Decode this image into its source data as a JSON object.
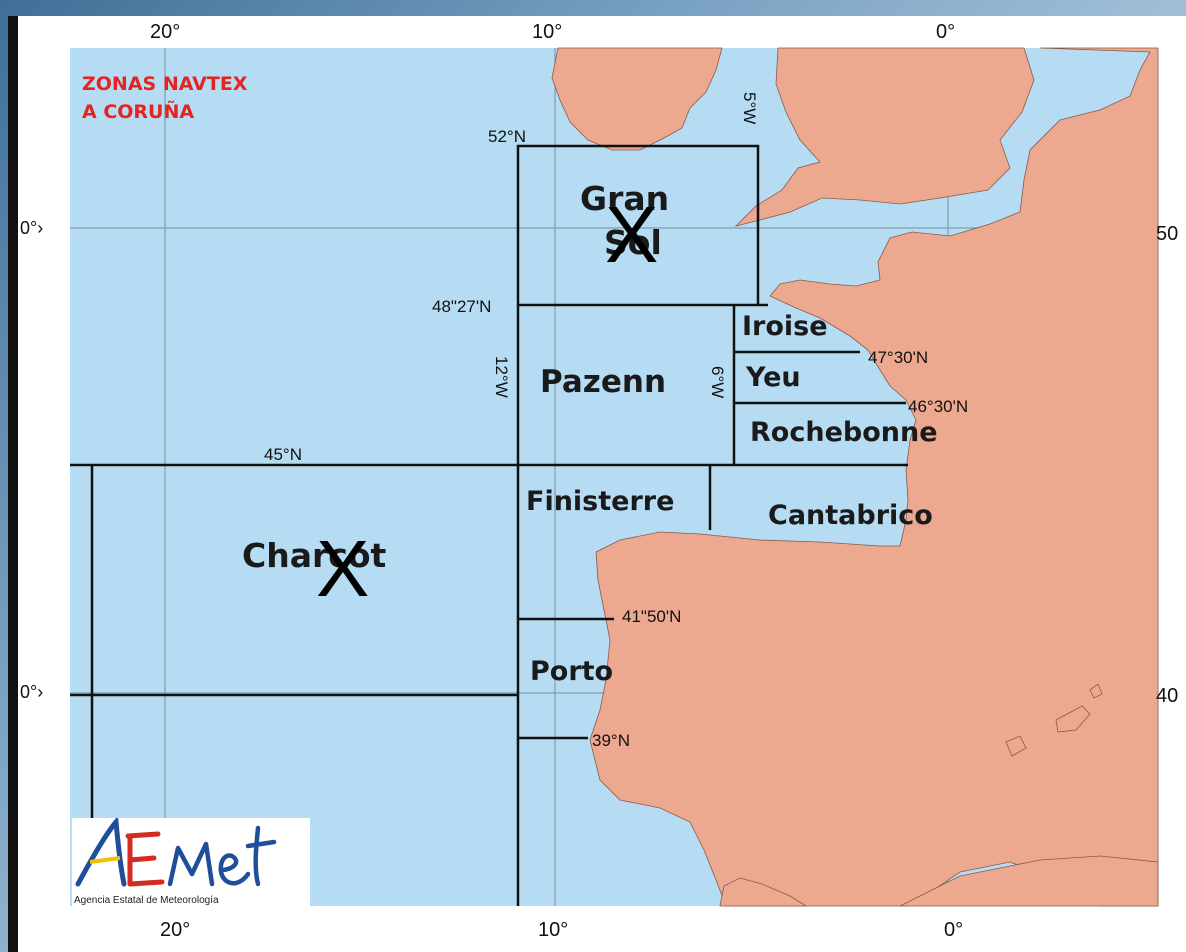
{
  "title": {
    "line1": "ZONAS NAVTEX",
    "line2": "A CORUÑA"
  },
  "colors": {
    "sea": "#b5dcf3",
    "land": "#eca98f",
    "border": "#111111",
    "title": "#e52421",
    "grid": "#7f9bb0"
  },
  "longitude_labels_top": [
    "20°",
    "10°",
    "0°"
  ],
  "longitude_labels_bottom": [
    "20°",
    "10°",
    "0°"
  ],
  "latitude_labels_left": [
    "0°›",
    "0°›"
  ],
  "latitude_labels_right": [
    "50",
    "40"
  ],
  "boundary_labels": {
    "lat_52": "52°N",
    "lat_48_27": "48\"27'N",
    "lat_47_30": "47°30'N",
    "lat_46_30": "46°30'N",
    "lat_45": "45°N",
    "lat_41_50": "41\"50'N",
    "lat_39": "39°N",
    "lon_12": "12°W",
    "lon_6": "6°W",
    "lon_5": "5°W"
  },
  "zones": {
    "gran_sol_1": "Gran",
    "gran_sol_2": "Sol",
    "iroise": "Iroise",
    "yeu": "Yeu",
    "pazenn": "Pazenn",
    "rochebonne": "Rochebonne",
    "finisterre": "Finisterre",
    "cantabrico": "Cantabrico",
    "charcot": "Charcot",
    "porto": "Porto"
  },
  "marks": {
    "gran_sol_cross": "X",
    "charcot_cross": "X"
  },
  "logo": {
    "caption": "Agencia Estatal de Meteorología"
  }
}
